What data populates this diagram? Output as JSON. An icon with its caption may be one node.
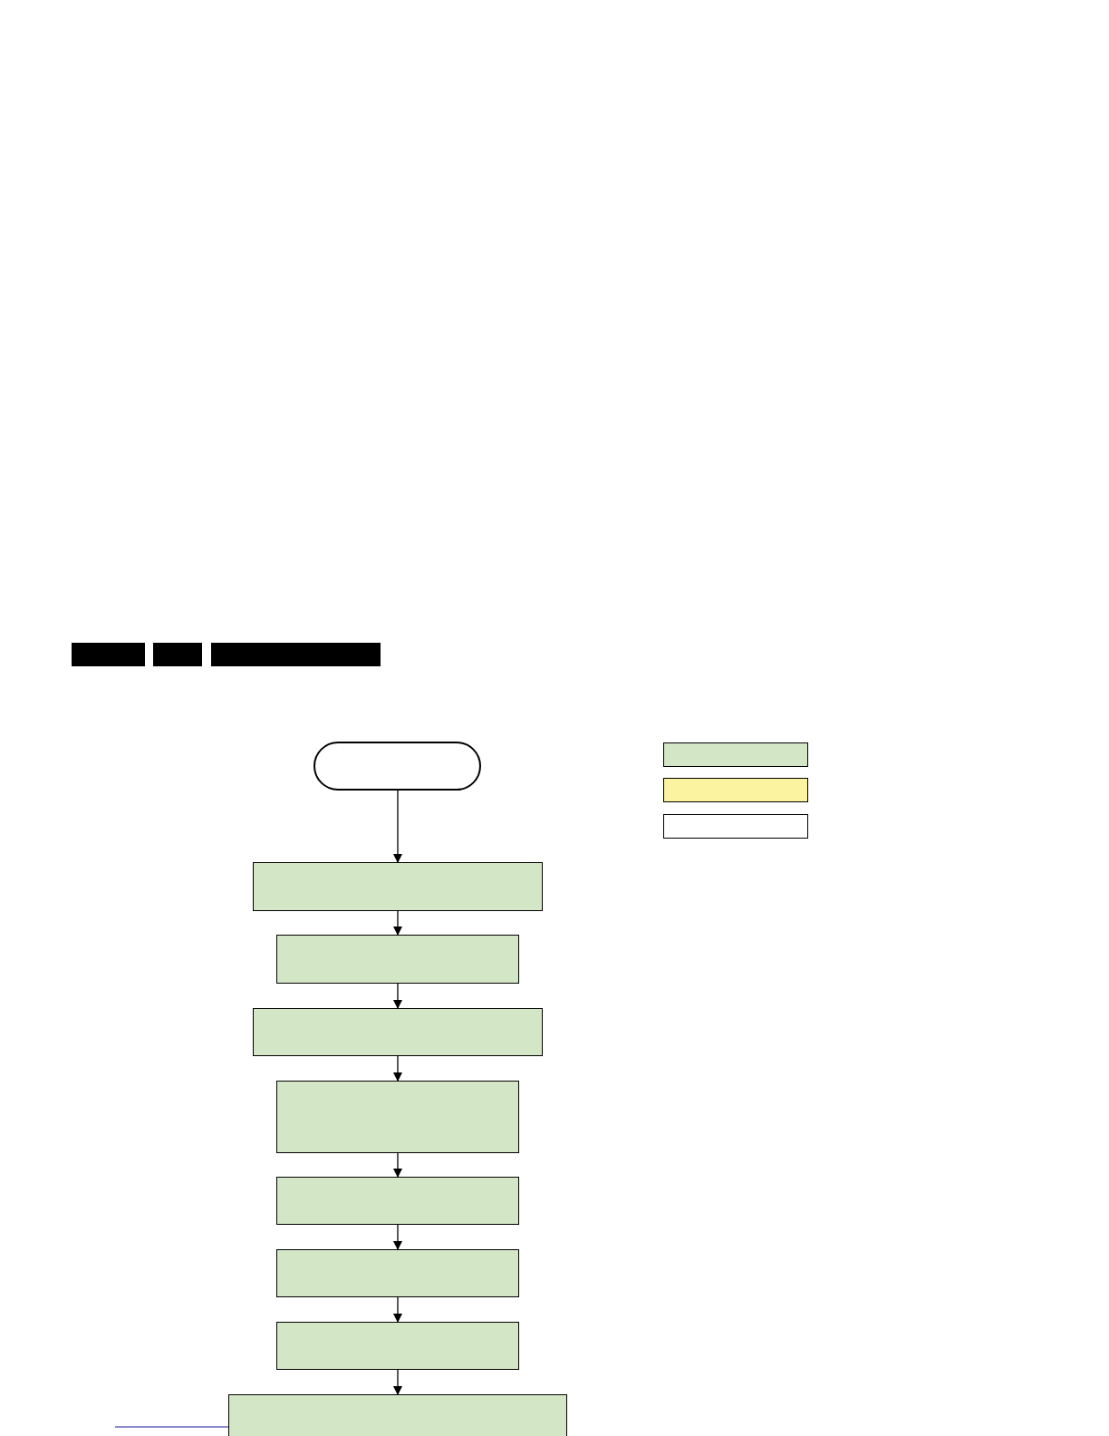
{
  "diagram": {
    "nodes": [
      {
        "text": [],
        "shape": "capsule"
      },
      {
        "text": [],
        "shape": "box"
      },
      {
        "text": [],
        "shape": "box"
      },
      {
        "text": [],
        "shape": "box"
      },
      {
        "text": [],
        "shape": "box"
      },
      {
        "text": [],
        "shape": "box"
      },
      {
        "text": [],
        "shape": "box"
      },
      {
        "text": [],
        "shape": "box"
      },
      {
        "text": [],
        "shape": "box"
      },
      {
        "text": [],
        "shape": "box"
      },
      {
        "text": [],
        "shape": "box"
      },
      {
        "text": [],
        "shape": "box"
      }
    ],
    "edges": [
      {
        "from": 0,
        "to": 1,
        "arrow": "to"
      },
      {
        "from": 1,
        "to": 2,
        "arrow": "to"
      },
      {
        "from": 2,
        "to": 3,
        "arrow": "to"
      },
      {
        "from": 3,
        "to": 4,
        "arrow": "to"
      },
      {
        "from": 4,
        "to": 5,
        "arrow": "to"
      },
      {
        "from": 5,
        "to": 6,
        "arrow": "to"
      },
      {
        "from": 6,
        "to": 7,
        "arrow": "to"
      },
      {
        "from": 7,
        "to": 8,
        "arrow": "to"
      }
    ]
  }
}
